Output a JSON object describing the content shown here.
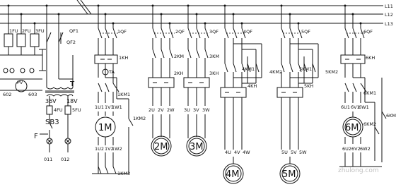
{
  "bus": {
    "l11": "L11",
    "l12": "L12",
    "l13": "L13"
  },
  "left": {
    "fuses": [
      "1FU",
      "2FU",
      "3FU"
    ],
    "qf2": "QF2",
    "t": "T",
    "v36": "36V",
    "v18": "18V",
    "fu4": "4FU",
    "fu5": "5FU",
    "sb3": "SB3",
    "pv": "PV",
    "x602": "602",
    "x603": "603",
    "x011": "011",
    "x012": "012",
    "f": "F"
  },
  "m1": {
    "qf": "1QF",
    "kh": "1KH",
    "ta": "TA",
    "km1": "1KM1",
    "km2": "1KM2",
    "u1": "1U1",
    "v1": "1V1",
    "w1": "1W1",
    "u2": "1U2",
    "v2": "1V2",
    "w2": "1W2",
    "motor": "1M",
    "km3": "1KM3"
  },
  "m2": {
    "qf": "2QF",
    "km": "2KM",
    "kh": "2KH",
    "u": "2U",
    "v": "2V",
    "w": "2W",
    "motor": "2M"
  },
  "m3": {
    "qf": "3QF",
    "km": "3KM",
    "kh": "3KH",
    "u": "3U",
    "v": "3V",
    "w": "3W",
    "motor": "3M"
  },
  "m4": {
    "qf": "4QF",
    "km1": "4KM1",
    "km2": "4KM2",
    "kh": "4KH",
    "u": "4U",
    "v": "4V",
    "w": "4W",
    "motor": "4M"
  },
  "m5": {
    "qf": "5QF",
    "km1": "5KM1",
    "km2": "5KM2",
    "kh": "5KH",
    "u": "5U",
    "v": "5V",
    "w": "5W",
    "motor": "5M"
  },
  "m6": {
    "qf": "6QF",
    "kh": "6KH",
    "km1": "6KM1",
    "km2": "6KM2",
    "km": "6KM",
    "u1": "6U1",
    "v1": "6V1",
    "w1": "6W1",
    "u2": "6U2",
    "v2": "6V2",
    "w2": "6W2",
    "motor": "6M"
  },
  "watermark": "zhulong.com"
}
